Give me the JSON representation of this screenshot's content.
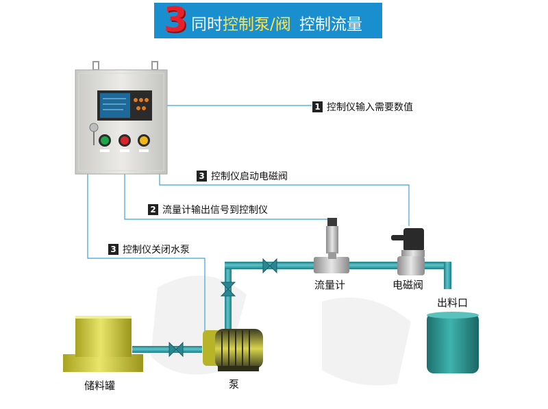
{
  "header": {
    "step_number": "3",
    "title_part1": "同时",
    "title_highlight": "控制泵/阀",
    "title_part2": " 控制流量"
  },
  "callouts": [
    {
      "badge": "1",
      "text": "控制仪输入需要数值"
    },
    {
      "badge": "3",
      "text": "控制仪启动电磁阀"
    },
    {
      "badge": "2",
      "text": "流量计输出信号到控制仪"
    },
    {
      "badge": "3",
      "text": "控制仪关闭水泵"
    }
  ],
  "components": {
    "flowmeter": "流量计",
    "solenoid_valve": "电磁阀",
    "outlet": "出料口",
    "tank": "储料罐",
    "pump": "泵"
  },
  "colors": {
    "banner_bg": "#1a8fd0",
    "step_number": "#e8202a",
    "highlight_text": "#ffe34a",
    "signal_line": "#3aa3d6",
    "pipe": "#2f9ea8",
    "tank_yellow": "#d7d33a",
    "outlet_tank": "#2f9a96"
  }
}
